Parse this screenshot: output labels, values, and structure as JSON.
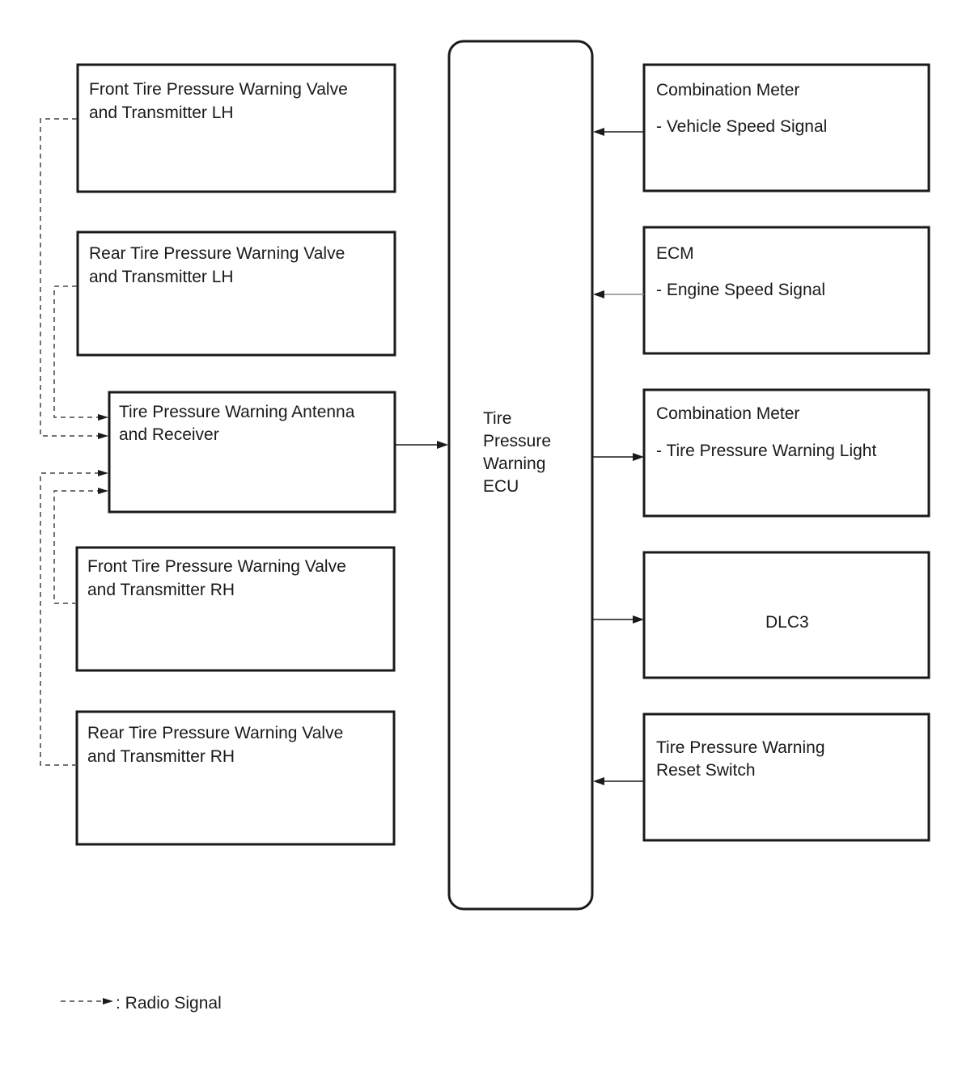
{
  "left_modules": [
    {
      "line1": "Front Tire Pressure Warning Valve",
      "line2": "and Transmitter LH"
    },
    {
      "line1": "Rear Tire Pressure Warning Valve",
      "line2": "and Transmitter LH"
    },
    {
      "line1": "Front Tire Pressure Warning Valve",
      "line2": "and Transmitter RH"
    },
    {
      "line1": "Rear Tire Pressure Warning Valve",
      "line2": "and Transmitter RH"
    }
  ],
  "antenna": {
    "line1": "Tire Pressure Warning Antenna",
    "line2": "and Receiver"
  },
  "ecu": {
    "lines": [
      "Tire",
      "Pressure",
      "Warning",
      "ECU"
    ]
  },
  "right_modules": [
    {
      "title": "Combination Meter",
      "signal": "- Vehicle Speed Signal"
    },
    {
      "title": "ECM",
      "signal": "- Engine Speed Signal"
    },
    {
      "title": "Combination Meter",
      "signal": "- Tire Pressure Warning Light"
    },
    {
      "title": "DLC3"
    },
    {
      "title": "Tire Pressure Warning",
      "signal": "Reset Switch"
    }
  ],
  "legend": {
    "label": ": Radio Signal"
  }
}
